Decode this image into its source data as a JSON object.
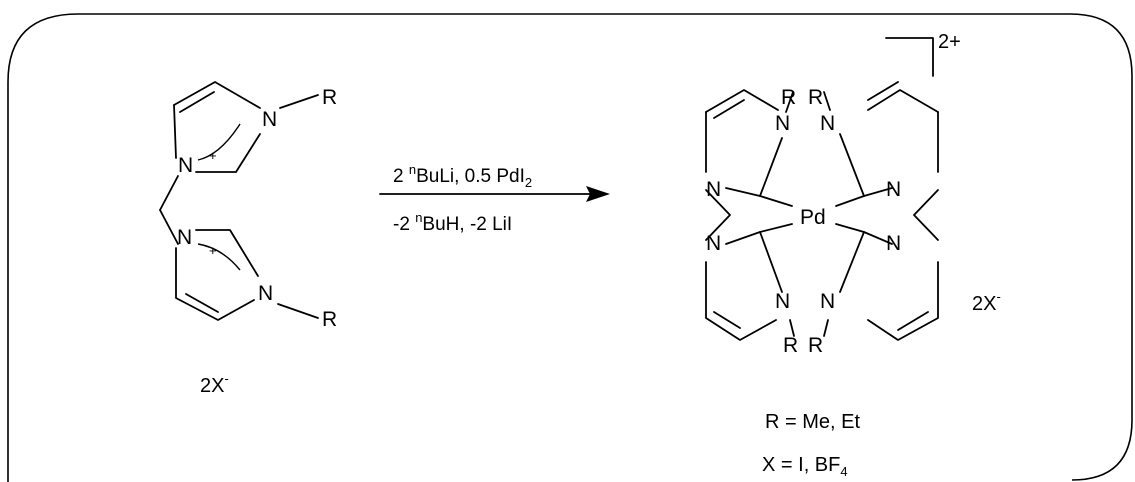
{
  "reaction": {
    "reagents_line": {
      "coef1": "2 ",
      "sup_n": "n",
      "buli": "BuLi, 0.5 PdI",
      "sub_2": "2"
    },
    "byproducts_line": {
      "coef": "-2 ",
      "sup_n": "n",
      "rest": "BuH, -2 LiI"
    }
  },
  "ligand": {
    "atom_N": "N",
    "atom_R": "R",
    "plus": "+",
    "counterion_main": "2X",
    "counterion_sup": "-"
  },
  "complex": {
    "metal": "Pd",
    "atom_N": "N",
    "atom_R": "R",
    "charge": "2+",
    "counterion_main": "2X",
    "counterion_sup": "-"
  },
  "legend": {
    "r_def": "R = Me, Et",
    "x_def_main": "X = I, BF",
    "x_def_sub": "4"
  },
  "colors": {
    "ink": "#000000",
    "background": "#ffffff"
  }
}
